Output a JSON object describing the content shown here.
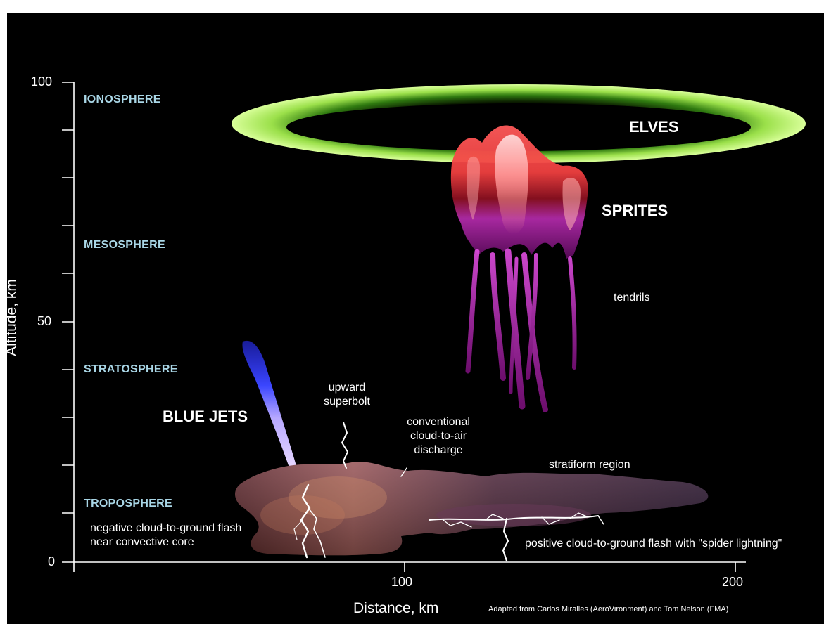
{
  "axes": {
    "y_title": "Altitude, km",
    "x_title": "Distance, km",
    "y_ticks": [
      "100",
      "50",
      "0"
    ],
    "x_ticks": [
      "100",
      "200"
    ]
  },
  "layers": {
    "ionosphere": "IONOSPHERE",
    "mesosphere": "MESOSPHERE",
    "stratosphere": "STRATOSPHERE",
    "troposphere": "TROPOSPHERE"
  },
  "phenomena": {
    "elves": "ELVES",
    "sprites": "SPRITES",
    "tendrils": "tendrils",
    "blue_jets": "BLUE JETS",
    "upward_superbolt": "upward superbolt",
    "cloud_to_air": "conventional cloud-to-air discharge",
    "stratiform": "stratiform region",
    "negative_cg": "negative cloud-to-ground flash near convective core",
    "positive_cg": "positive cloud-to-ground flash with \"spider lightning\""
  },
  "credit": "Adapted from Carlos Miralles (AeroVironment) and Tom Nelson (FMA)",
  "colors": {
    "background": "#000000",
    "layer_label": "#a9d6e6",
    "elves": "#9be04a",
    "sprites": "#e23b3b",
    "tendrils": "#c030c0",
    "blue_jet": "#3b46ff"
  }
}
